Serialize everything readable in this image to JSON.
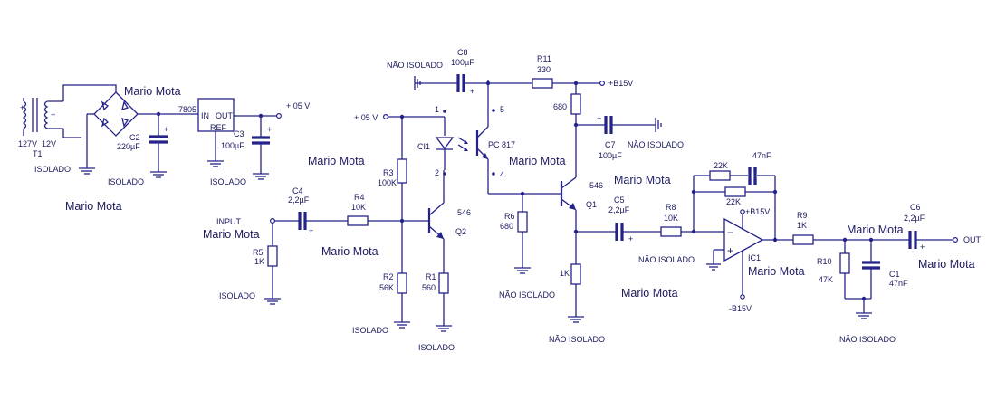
{
  "watermarks": {
    "w1": "Mario Mota",
    "w2": "Mario Mota",
    "w3": "Mario Mota",
    "w4": "Mario Mota",
    "w5": "Mario Mota",
    "w6": "Mario Mota",
    "w7": "Mario Mota",
    "w8": "Mario Mota",
    "w9": "Mario Mota",
    "w10": "Mario Mota",
    "w11": "Mario Mota"
  },
  "power": {
    "t1_ref": "T1",
    "t1_primary": "127V",
    "t1_secondary": "12V",
    "c2_ref": "C2",
    "c2_val": "220µF",
    "reg_ref": "7805",
    "reg_in": "IN",
    "reg_out": "OUT",
    "reg_ref_pin": "REF",
    "c3_ref": "C3",
    "c3_val": "100µF",
    "v5_out": "+ 05 V",
    "gnd1": "ISOLADO",
    "gnd2": "ISOLADO",
    "gnd3": "ISOLADO"
  },
  "input_stage": {
    "v5_in": "+ 05 V",
    "input_label": "INPUT",
    "c4_ref": "C4",
    "c4_val": "2,2µF",
    "r4_ref": "R4",
    "r4_val": "10K",
    "r5_ref": "R5",
    "r5_val": "1K",
    "r3_ref": "R3",
    "r3_val": "100K",
    "r2_ref": "R2",
    "r2_val": "56K",
    "r1_ref": "R1",
    "r1_val": "560",
    "q2_ref": "Q2",
    "q2_type": "546",
    "gnd4": "ISOLADO",
    "gnd5": "ISOLADO",
    "gnd6": "ISOLADO"
  },
  "opto": {
    "ci1_ref": "CI1",
    "pc_ref": "PC 817",
    "pin1": "1",
    "pin2": "2",
    "pin4": "4",
    "pin5": "5"
  },
  "output_stage": {
    "nao1": "NÃO ISOLADO",
    "c8_ref": "C8",
    "c8_val": "100µF",
    "r11_ref": "R11",
    "r11_val": "330",
    "b15v": "+B15V",
    "r680_val": "680",
    "c7_ref": "C7",
    "c7_val": "100µF",
    "nao2": "NÃO ISOLADO",
    "q1_ref": "Q1",
    "q1_type": "546",
    "r6_ref": "R6",
    "r6_val": "680",
    "nao3": "NÃO ISOLADO",
    "r1k_val": "1K",
    "nao4": "NÃO ISOLADO",
    "c5_ref": "C5",
    "c5_val": "2,2µF",
    "r8_ref": "R8",
    "r8_val": "10K",
    "nao5": "NÃO ISOLADO",
    "fb_r_val": "22K",
    "fb_r2_val": "22K",
    "fb_c_val": "47nF",
    "ic1_ref": "IC1",
    "ic_pos": "+B15V",
    "ic_neg": "-B15V",
    "r9_ref": "R9",
    "r9_val": "1K",
    "r10_ref": "R10",
    "r10_val": "47K",
    "c1_ref": "C1",
    "c1_val": "47nF",
    "nao6": "NÃO ISOLADO",
    "c6_ref": "C6",
    "c6_val": "2,2µF",
    "out_label": "OUT"
  },
  "colors": {
    "ink": "#23238a",
    "text": "#1a1a5e",
    "background": "#ffffff"
  }
}
